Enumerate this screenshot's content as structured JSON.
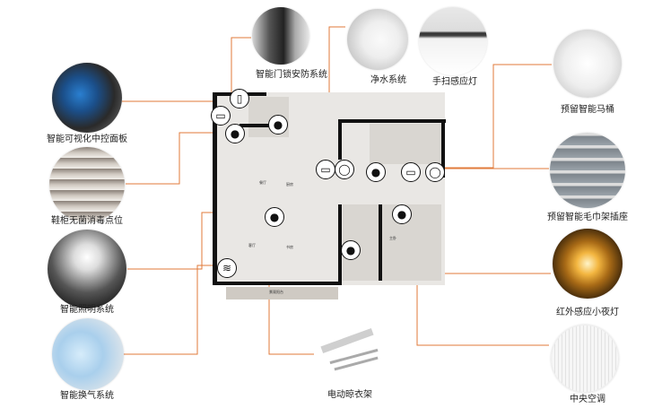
{
  "features": {
    "door_lock": "智能门锁安防系统",
    "water": "净水系统",
    "hand_light": "手扫感应灯",
    "toilet": "预留智能马桶",
    "panel": "智能可视化中控面板",
    "shoe": "鞋柜无菌消毒点位",
    "towel": "预留智能毛巾架插座",
    "lighting": "智能照明系统",
    "night_light": "红外感应小夜灯",
    "ventilation": "智能换气系统",
    "drying": "电动晾衣架",
    "ac": "中央空调"
  },
  "rooms": {
    "dining": "餐厅",
    "kitchen": "厨房",
    "living": "客厅",
    "study": "书房",
    "master": "主卧",
    "balcony": "景观阳台"
  },
  "colors": {
    "accent": "#e07a3a"
  }
}
